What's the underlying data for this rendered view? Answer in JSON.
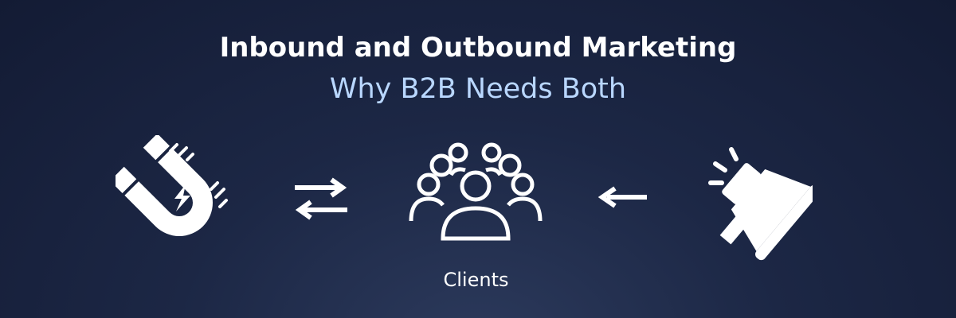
{
  "header": {
    "title": "Inbound and Outbound Marketing",
    "subtitle": "Why B2B Needs Both"
  },
  "diagram": {
    "center_label": "Clients",
    "icons": [
      "magnet-icon",
      "swap-arrows-icon",
      "people-group-icon",
      "arrow-left-icon",
      "megaphone-icon"
    ]
  },
  "colors": {
    "background": "#1c2745",
    "title": "#ffffff",
    "subtitle": "#b9d7ff",
    "icon": "#ffffff"
  }
}
